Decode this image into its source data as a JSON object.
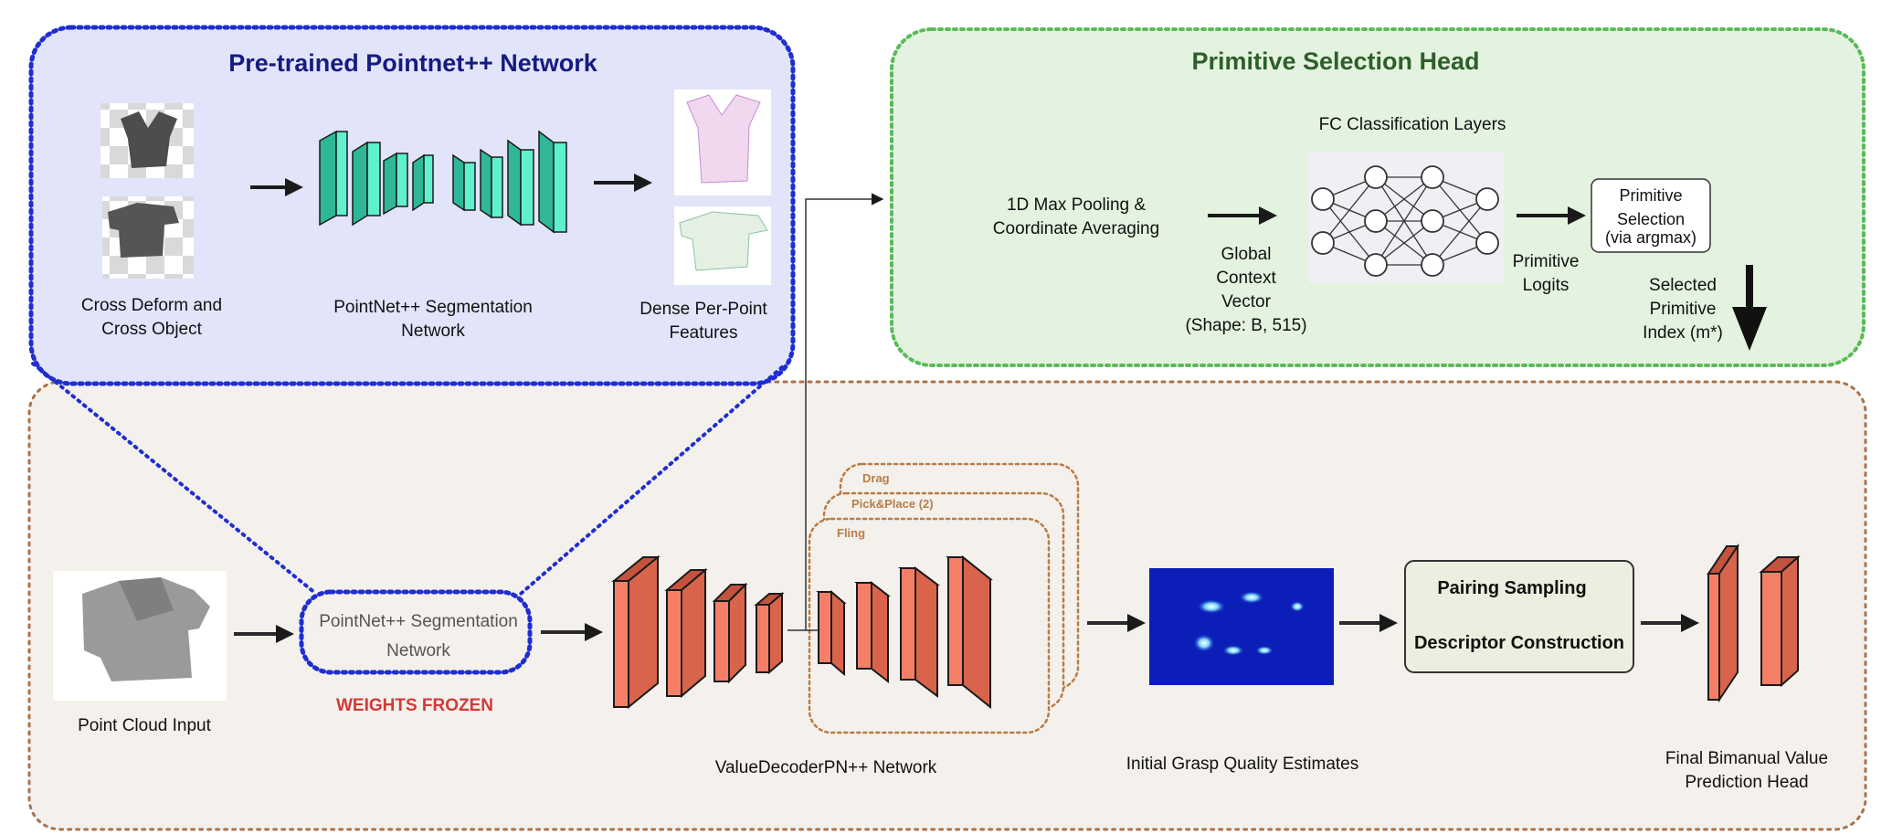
{
  "pretrained": {
    "title": "Pre-trained Pointnet++ Network",
    "input_label_line1": "Cross Deform and",
    "input_label_line2": "Cross Object",
    "network_label_line1": "PointNet++ Segmentation",
    "network_label_line2": "Network",
    "features_label_line1": "Dense Per-Point",
    "features_label_line2": "Features"
  },
  "selection_head": {
    "title": "Primitive Selection Head",
    "pooling_line1": "1D Max Pooling &",
    "pooling_line2": "Coordinate Averaging",
    "fc_label": "FC Classification Layers",
    "context_line1": "Global",
    "context_line2": "Context",
    "context_line3": "Vector",
    "context_line4": "(Shape: B, 515)",
    "logits_line1": "Primitive",
    "logits_line2": "Logits",
    "selection_line1": "Primitive",
    "selection_line2": "Selection",
    "selection_line3": "(via argmax)",
    "index_line1": "Selected",
    "index_line2": "Primitive",
    "index_line3": "Index (m*)"
  },
  "main": {
    "point_cloud_label": "Point Cloud Input",
    "segmentation_line1": "PointNet++ Segmentation",
    "segmentation_line2": "Network",
    "weights_frozen": "WEIGHTS FROZEN",
    "primitive_drag": "Drag",
    "primitive_pickplace": "Pick&Place (2)",
    "primitive_fling": "Fling",
    "value_decoder_label": "ValueDecoderPN++ Network",
    "heatmap_label": "Initial Grasp Quality Estimates",
    "pairing_sampling": "Pairing Sampling",
    "descriptor_construction": "Descriptor Construction",
    "final_head_line1": "Final Bimanual Value",
    "final_head_line2": "Prediction Head"
  },
  "colors": {
    "pretrained_fill": "#e2e4fa",
    "pretrained_border": "#1f2ed0",
    "pretrained_title": "#141c80",
    "selection_fill": "#e3f3df",
    "selection_border": "#5cba5a",
    "selection_title": "#2e5f2a",
    "main_fill": "#f4f0ec",
    "main_border": "#a8734e",
    "teal_block": "#5ff0cd",
    "salmon_block": "#f47f66",
    "frozen_text": "#d03a3a",
    "primitive_tag": "#b87c45",
    "module_box": "#ecefdf"
  }
}
